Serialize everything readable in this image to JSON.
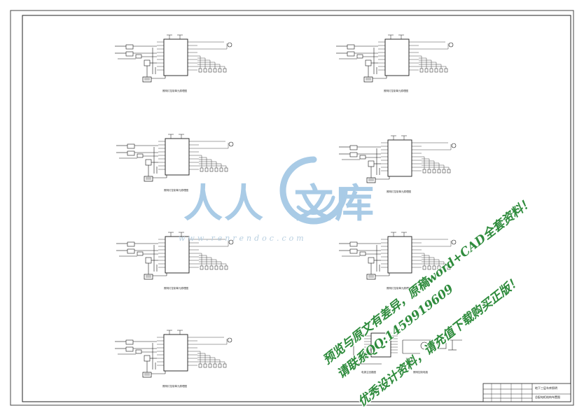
{
  "drawing": {
    "title_block": {
      "line1": "地下三层车库照明",
      "line2": "总配电柜结构布置图"
    },
    "sheet_caption": "照明灯控制单元原理图",
    "bottom_captions": [
      "电源主回路图",
      "照明控制电路"
    ]
  },
  "watermark": {
    "brand_left": "人人",
    "brand_right": "文库",
    "site": "www.renrendoc.com",
    "promo_line1": "预览与原文有差异，原稿word+CAD全套资料！",
    "promo_line2": "请联系QQ:1459919609",
    "promo_line3": "优秀设计资料，请充值下载购买正版！"
  },
  "colors": {
    "line": "#1a1a1a",
    "watermark_blue": "#a9cbe6",
    "promo_green": "#2e8b3c"
  }
}
